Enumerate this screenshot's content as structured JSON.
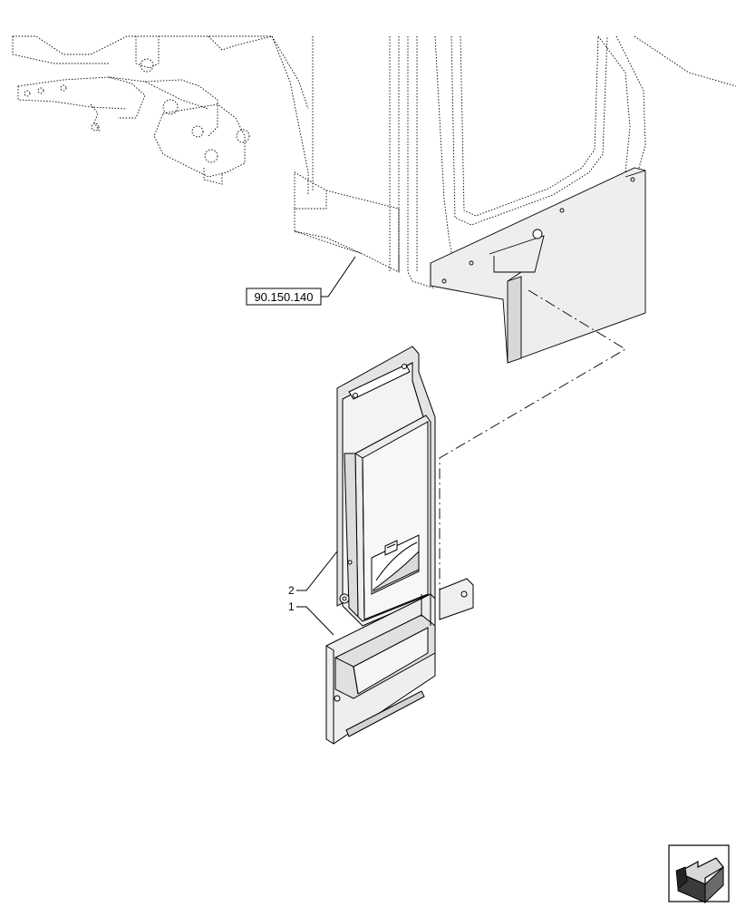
{
  "diagram": {
    "reference_label": "90.150.140",
    "callouts": [
      {
        "number": "2",
        "part": "upper-panel"
      },
      {
        "number": "1",
        "part": "holder-bracket"
      }
    ],
    "nav_icon": "arrow-next-icon",
    "colors": {
      "line": "#000000",
      "fill_light": "#f0f0f0",
      "fill_mid": "#e2e2e2",
      "fill_dark": "#d0d0d0"
    }
  }
}
